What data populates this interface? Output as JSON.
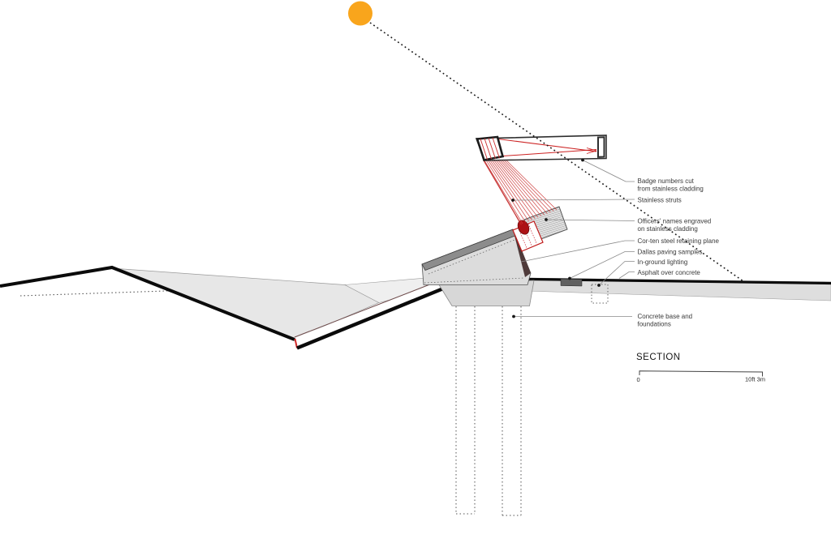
{
  "drawing": {
    "title": "SECTION",
    "scale": {
      "start": "0",
      "end": "10ft 3m"
    },
    "annotations": [
      {
        "lines": [
          "Badge numbers cut",
          "from stainless cladding"
        ]
      },
      {
        "lines": [
          "Stainless struts"
        ]
      },
      {
        "lines": [
          "Officers' names engraved",
          "on stainless cladding"
        ]
      },
      {
        "lines": [
          "Cor-ten steel retaining plane"
        ]
      },
      {
        "lines": [
          "Dallas paving samples"
        ]
      },
      {
        "lines": [
          "In-ground lighting"
        ]
      },
      {
        "lines": [
          "Asphalt over concrete"
        ]
      },
      {
        "lines": [
          "Concrete base and",
          "foundations"
        ]
      }
    ],
    "sun": {
      "symbol": "filled-circle",
      "color": "#F9A51C"
    },
    "colors": {
      "accent_red": "#C4262A",
      "node_red": "#AD1115",
      "terrain_gray": "#E7E7E7",
      "body_gray": "#DCDCDC",
      "corten_band": "#8C8C8C",
      "corten_face": "#4E3A3A",
      "paving_dark": "#606060",
      "outline_black": "#0B0B0B"
    }
  }
}
